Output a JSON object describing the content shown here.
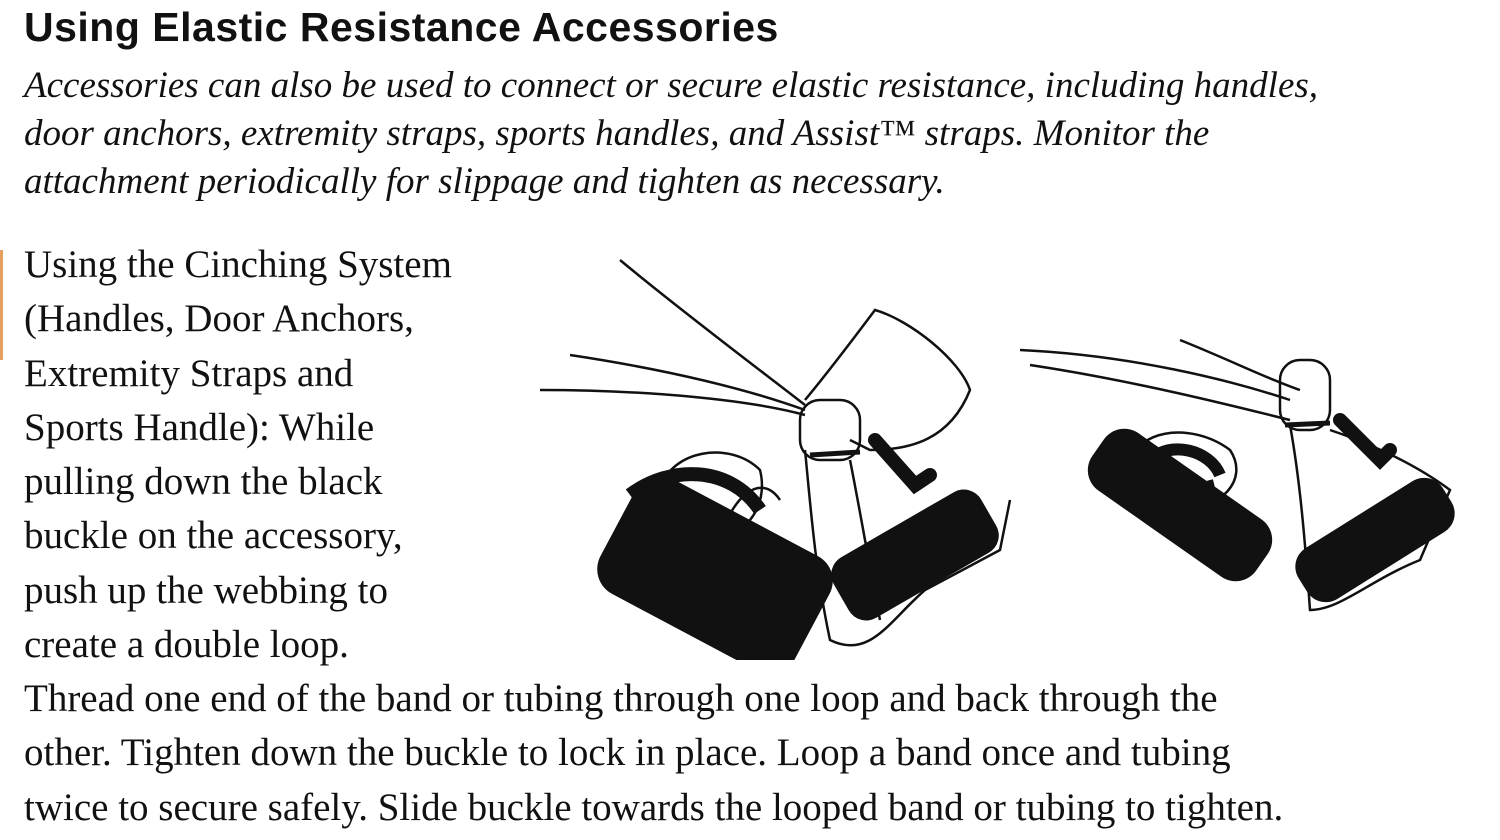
{
  "heading": "Using Elastic Resistance Accessories",
  "intro_lines": [
    "Accessories can also be used to connect or secure elastic resistance, including handles,",
    "door anchors, extremity straps, sports handles, and Assist™ straps. Monitor the",
    "attachment periodically for slippage and tighten as necessary."
  ],
  "column_lines": [
    "Using the Cinching System",
    "(Handles, Door Anchors,",
    "Extremity Straps and",
    "Sports Handle): While",
    "pulling down the black",
    "buckle on the accessory,",
    "push up the webbing to",
    "create a double loop."
  ],
  "bottom_lines": [
    "Thread one end of the band or tubing through one loop and back through the",
    "other. Tighten down the buckle to lock in place. Loop a band once and tubing",
    "twice to secure safely. Slide buckle towards the looped band or tubing to tighten."
  ]
}
